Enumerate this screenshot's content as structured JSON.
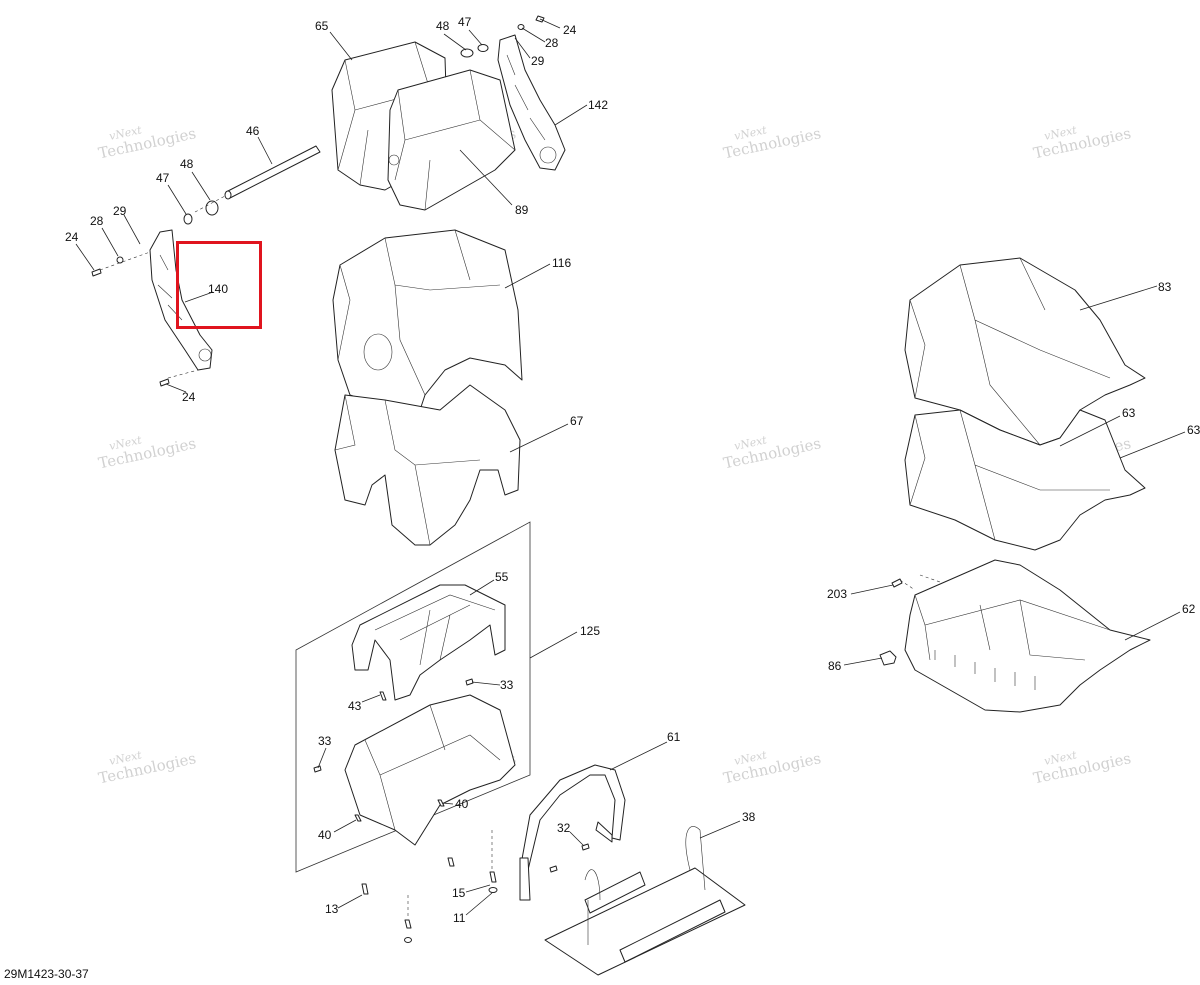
{
  "diagram_code": "29M1423-30-37",
  "watermark": {
    "line1": "vNext",
    "line2": "Technologies"
  },
  "highlight_callout": "140",
  "callouts": {
    "c65": "65",
    "c48a": "48",
    "c47a": "47",
    "c24a": "24",
    "c28a": "28",
    "c29a": "29",
    "c142": "142",
    "c89": "89",
    "c46": "46",
    "c48b": "48",
    "c47b": "47",
    "c28b": "28",
    "c29b": "29",
    "c24b": "24",
    "c140": "140",
    "c24c": "24",
    "c116": "116",
    "c67": "67",
    "c83": "83",
    "c63a": "63",
    "c63b": "63",
    "c55": "55",
    "c125": "125",
    "c33a": "33",
    "c43": "43",
    "c33b": "33",
    "c40a": "40",
    "c40b": "40",
    "c203": "203",
    "c62": "62",
    "c86": "86",
    "c61": "61",
    "c38": "38",
    "c32": "32",
    "c15": "15",
    "c13": "13",
    "c11": "11"
  }
}
